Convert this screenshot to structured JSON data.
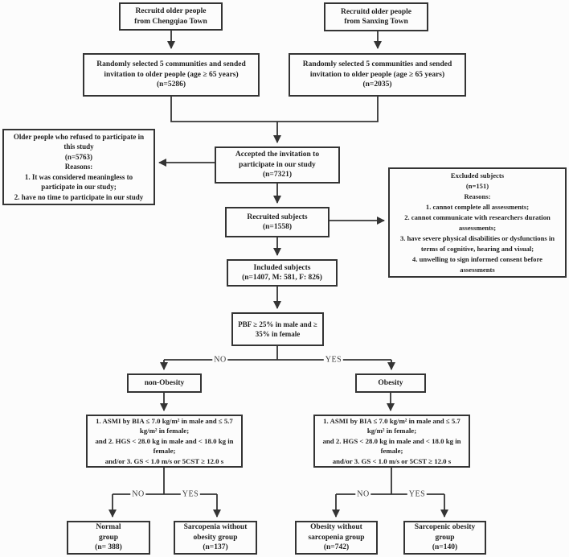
{
  "flowchart": {
    "nodes": {
      "recruit_chengqiao": "Recruitd older people\nfrom Chengqiao Town",
      "recruit_sanxing": "Recruitd older people\nfrom Sanxing Town",
      "invite_chengqiao": "Randomly selected 5 communities and sended\ninvitation to older people (age ≥ 65 years)\n(n=5286)",
      "invite_sanxing": "Randomly selected 5 communities and sended\ninvitation to older people (age ≥ 65 years)\n(n=2035)",
      "refused": "Older people who refused to participate in\nthis study\n(n=5763)\nReasons:\n1. It was considered meaningless to\nparticipate in our study;\n2. have no time to participate in our study",
      "accepted": "Accepted the invitation to\nparticipate in our study\n(n=7321)",
      "recruited": "Recruited subjects\n(n=1558)",
      "excluded": "Excluded subjects\n(n=151)\nReasons:\n1. cannot complete all assessments;\n2. cannot communicate with researchers duration\nassessments;\n3. have severe physical disabilities or dysfunctions in\nterms of cognitive, hearing and visual;\n4. unwelling to sign informed consent before\nassessments",
      "included": "Included subjects\n(n=1407, M: 581, F: 826)",
      "pbf": "PBF ≥ 25% in male and ≥\n35% in female",
      "non_obesity": "non-Obesity",
      "obesity": "Obesity",
      "criteria_left": "1. ASMI by BIA ≤ 7.0 kg/m² in male and ≤ 5.7\nkg/m² in female;\nand 2. HGS < 28.0 kg in male and < 18.0 kg in\nfemale;\nand/or 3. GS < 1.0 m/s or 5CST ≥ 12.0 s",
      "criteria_right": "1. ASMI by BIA ≤ 7.0 kg/m² in male and ≤ 5.7\nkg/m² in female;\nand 2. HGS < 28.0 kg in male and < 18.0 kg in\nfemale;\nand/or 3. GS < 1.0 m/s or 5CST ≥ 12.0 s",
      "normal_group": "Normal\ngroup\n(n= 388)",
      "sarcopenia_without_obesity": "Sarcopenia without\nobesity group\n(n=137)",
      "obesity_without_sarcopenia": "Obesity without\nsarcopenia group\n(n=742)",
      "sarcopenic_obesity": "Sarcopenic obesity\ngroup\n(n=140)"
    },
    "labels": {
      "no": "NO",
      "yes": "YES"
    },
    "colors": {
      "line": "#343434",
      "border": "#343434",
      "text": "#1f1f1f",
      "background": "#fcfcfc"
    }
  }
}
